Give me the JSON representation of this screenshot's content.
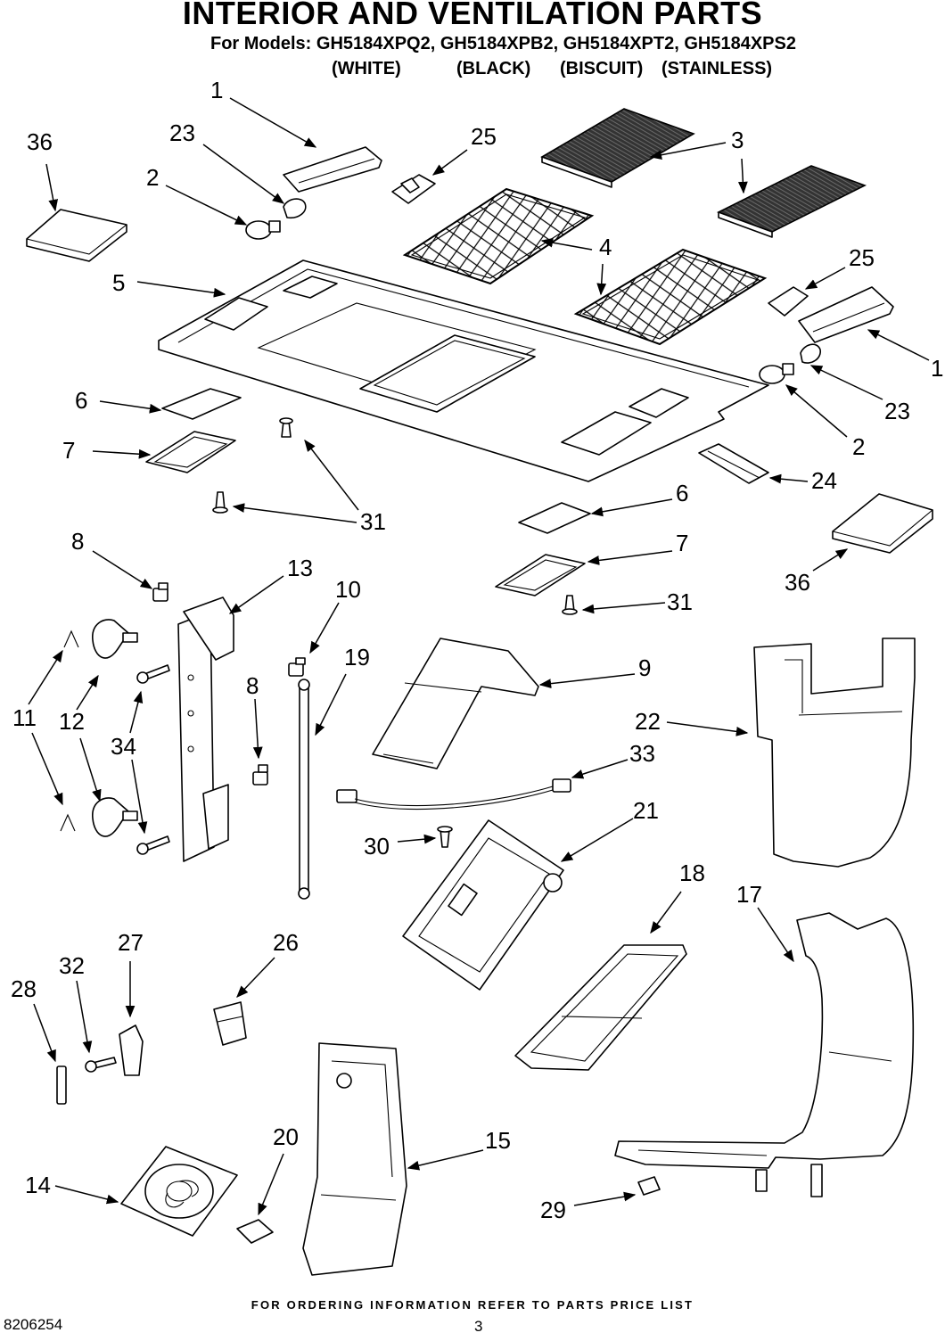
{
  "header": {
    "title": "INTERIOR AND VENTILATION PARTS",
    "models": "For Models: GH5184XPQ2, GH5184XPB2, GH5184XPT2, GH5184XPS2",
    "colors": [
      "(WHITE)",
      "(BLACK)",
      "(BISCUIT)",
      "(STAINLESS)"
    ]
  },
  "callouts": [
    {
      "id": "c1a",
      "label": "1"
    },
    {
      "id": "c23a",
      "label": "23"
    },
    {
      "id": "c36a",
      "label": "36"
    },
    {
      "id": "c2a",
      "label": "2"
    },
    {
      "id": "c25a",
      "label": "25"
    },
    {
      "id": "c3",
      "label": "3"
    },
    {
      "id": "c4",
      "label": "4"
    },
    {
      "id": "c5",
      "label": "5"
    },
    {
      "id": "c25b",
      "label": "25"
    },
    {
      "id": "c1b",
      "label": "1"
    },
    {
      "id": "c23b",
      "label": "23"
    },
    {
      "id": "c2b",
      "label": "2"
    },
    {
      "id": "c6a",
      "label": "6"
    },
    {
      "id": "c7a",
      "label": "7"
    },
    {
      "id": "c31a",
      "label": "31"
    },
    {
      "id": "c24",
      "label": "24"
    },
    {
      "id": "c6b",
      "label": "6"
    },
    {
      "id": "c7b",
      "label": "7"
    },
    {
      "id": "c31b",
      "label": "31"
    },
    {
      "id": "c36b",
      "label": "36"
    },
    {
      "id": "c8a",
      "label": "8"
    },
    {
      "id": "c13",
      "label": "13"
    },
    {
      "id": "c10",
      "label": "10"
    },
    {
      "id": "c19",
      "label": "19"
    },
    {
      "id": "c9",
      "label": "9"
    },
    {
      "id": "c8b",
      "label": "8"
    },
    {
      "id": "c11",
      "label": "11"
    },
    {
      "id": "c12",
      "label": "12"
    },
    {
      "id": "c34",
      "label": "34"
    },
    {
      "id": "c22",
      "label": "22"
    },
    {
      "id": "c33",
      "label": "33"
    },
    {
      "id": "c21",
      "label": "21"
    },
    {
      "id": "c30",
      "label": "30"
    },
    {
      "id": "c18",
      "label": "18"
    },
    {
      "id": "c17",
      "label": "17"
    },
    {
      "id": "c27",
      "label": "27"
    },
    {
      "id": "c32",
      "label": "32"
    },
    {
      "id": "c28",
      "label": "28"
    },
    {
      "id": "c26",
      "label": "26"
    },
    {
      "id": "c20",
      "label": "20"
    },
    {
      "id": "c15",
      "label": "15"
    },
    {
      "id": "c14",
      "label": "14"
    },
    {
      "id": "c29",
      "label": "29"
    }
  ],
  "footer": {
    "ordering_note": "FOR ORDERING INFORMATION REFER TO PARTS PRICE LIST",
    "doc_number": "8206254",
    "page_number": "3"
  }
}
